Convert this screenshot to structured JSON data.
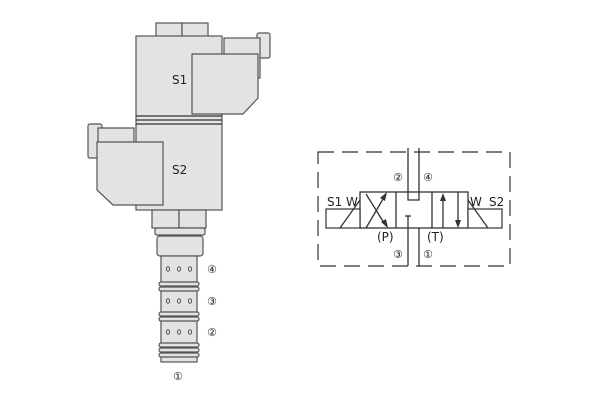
{
  "valve": {
    "solenoid_1": "S1",
    "solenoid_2": "S2",
    "ports": [
      "④",
      "③",
      "②",
      "①"
    ]
  },
  "schematic": {
    "solenoid_1": "S1",
    "solenoid_2": "S2",
    "port_top_left": "②",
    "port_top_right": "④",
    "port_bottom_left": "③",
    "port_bottom_right": "①",
    "label_p": "(P)",
    "label_t": "(T)",
    "spring_left": "W",
    "spring_right": "W"
  }
}
